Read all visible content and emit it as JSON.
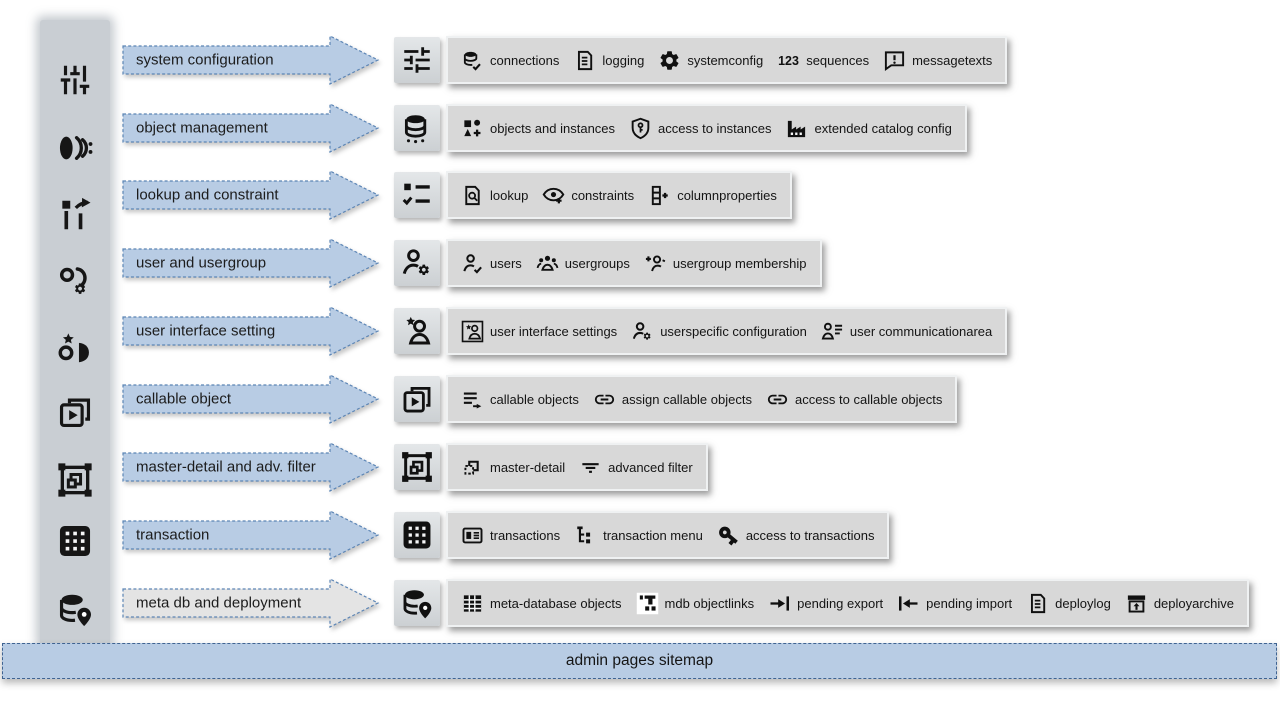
{
  "title": "admin pages sitemap",
  "colors": {
    "arrow_fill": "#b8cce4",
    "arrow_border": "#5c85b5",
    "arrow_alt_fill": "#e4e4e4",
    "panel_bg": "#d8d8d8",
    "sidebar_bg": "#c9ced3",
    "footer_fill": "#b8cce4"
  },
  "sidebar": {
    "items": [
      {
        "icon": "tune-vertical-icon"
      },
      {
        "icon": "object-lens-icon"
      },
      {
        "icon": "branch-icon"
      },
      {
        "icon": "instance-gear-icon"
      },
      {
        "icon": "star-lens-icon"
      },
      {
        "icon": "copies-play-icon"
      },
      {
        "icon": "framed-master-detail-icon"
      },
      {
        "icon": "apps-grid-icon"
      },
      {
        "icon": "db-pin-icon"
      }
    ]
  },
  "rows": [
    {
      "label": "system configuration",
      "arrow_variant": "blue",
      "category_icon": "sliders-icon",
      "items": [
        {
          "icon": "db-check-icon",
          "label": "connections"
        },
        {
          "icon": "log-doc-icon",
          "label": "logging"
        },
        {
          "icon": "gear-icon",
          "label": "systemconfig"
        },
        {
          "icon": "123-icon",
          "label": "sequences"
        },
        {
          "icon": "message-alert-icon",
          "label": "messagetexts"
        }
      ]
    },
    {
      "label": "object management",
      "arrow_variant": "blue",
      "category_icon": "database-dots-icon",
      "items": [
        {
          "icon": "shapes-icon",
          "label": "objects and instances"
        },
        {
          "icon": "shield-key-icon",
          "label": "access to instances"
        },
        {
          "icon": "factory-icon",
          "label": "extended catalog config"
        }
      ]
    },
    {
      "label": "lookup and constraint",
      "arrow_variant": "blue",
      "category_icon": "checklist-icon",
      "items": [
        {
          "icon": "doc-search-icon",
          "label": "lookup"
        },
        {
          "icon": "eye-plus-icon",
          "label": "constraints"
        },
        {
          "icon": "column-plus-icon",
          "label": "columnproperties"
        }
      ]
    },
    {
      "label": "user and usergroup",
      "arrow_variant": "blue",
      "category_icon": "user-gear-icon",
      "items": [
        {
          "icon": "user-check-icon",
          "label": "users"
        },
        {
          "icon": "users-group-icon",
          "label": "usergroups"
        },
        {
          "icon": "user-add-icon",
          "label": "usergroup membership"
        }
      ]
    },
    {
      "label": "user interface setting",
      "arrow_variant": "blue",
      "category_icon": "user-star-icon",
      "items": [
        {
          "icon": "user-star-boxed-icon",
          "label": "user interface settings"
        },
        {
          "icon": "user-gear-icon",
          "label": "userspecific configuration"
        },
        {
          "icon": "user-lines-icon",
          "label": "user communicationarea"
        }
      ]
    },
    {
      "label": "callable object",
      "arrow_variant": "blue",
      "category_icon": "copies-play-icon",
      "items": [
        {
          "icon": "list-arrow-icon",
          "label": "callable objects"
        },
        {
          "icon": "link-icon",
          "label": "assign callable objects"
        },
        {
          "icon": "link-icon",
          "label": "access to callable objects"
        }
      ]
    },
    {
      "label": "master-detail and adv. filter",
      "arrow_variant": "blue",
      "category_icon": "framed-master-detail-icon",
      "items": [
        {
          "icon": "master-detail-icon",
          "label": "master-detail"
        },
        {
          "icon": "filter-lines-icon",
          "label": "advanced filter"
        }
      ]
    },
    {
      "label": "transaction",
      "arrow_variant": "blue",
      "category_icon": "apps-grid-icon",
      "items": [
        {
          "icon": "screen-card-icon",
          "label": "transactions"
        },
        {
          "icon": "tree-menu-icon",
          "label": "transaction menu"
        },
        {
          "icon": "key-icon",
          "label": "access to transactions"
        }
      ]
    },
    {
      "label": "meta db and deployment",
      "arrow_variant": "gray",
      "category_icon": "db-pin-icon",
      "items": [
        {
          "icon": "table-grid-icon",
          "label": "meta-database objects"
        },
        {
          "icon": "objectlinks-icon",
          "label": "mdb objectlinks"
        },
        {
          "icon": "export-icon",
          "label": "pending export"
        },
        {
          "icon": "import-icon",
          "label": "pending import"
        },
        {
          "icon": "log-doc-icon",
          "label": "deploylog"
        },
        {
          "icon": "archive-up-icon",
          "label": "deployarchive"
        }
      ]
    }
  ],
  "footer": {
    "label": "admin pages sitemap"
  }
}
